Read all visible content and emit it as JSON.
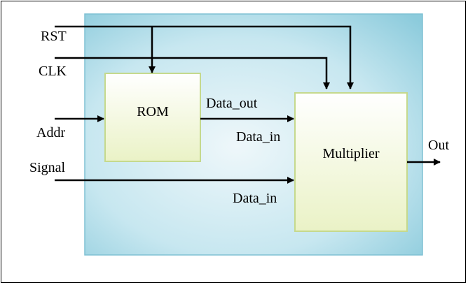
{
  "colors": {
    "panel_edge": "#7fc1d3",
    "panel_fill": "#a9d9e6",
    "panel_center": "#eef7fa",
    "block_fill_top": "#ffffff",
    "block_fill_bottom": "#eef4cf",
    "block_border": "#c5d98d",
    "wire": "#000000"
  },
  "inputs": {
    "rst": "RST",
    "clk": "CLK",
    "addr": "Addr",
    "signal": "Signal"
  },
  "blocks": {
    "rom": "ROM",
    "multiplier": "Multiplier"
  },
  "ports": {
    "rom_data_out": "Data_out",
    "mult_data_in_top": "Data_in",
    "mult_data_in_bottom": "Data_in"
  },
  "outputs": {
    "out": "Out"
  }
}
